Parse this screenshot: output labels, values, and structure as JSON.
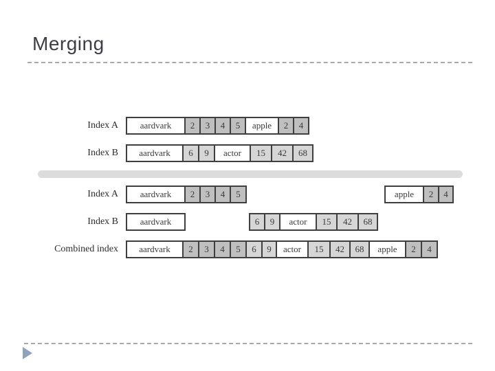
{
  "slide": {
    "title": "Merging"
  },
  "diagram": {
    "rows": {
      "a1": {
        "label": "Index A",
        "cells": [
          "aardvark",
          "2",
          "3",
          "4",
          "5",
          "apple",
          "2",
          "4"
        ]
      },
      "b1": {
        "label": "Index B",
        "cells": [
          "aardvark",
          "6",
          "9",
          "actor",
          "15",
          "42",
          "68"
        ]
      },
      "a2": {
        "label": "Index A",
        "left": [
          "aardvark",
          "2",
          "3",
          "4",
          "5"
        ],
        "right": [
          "apple",
          "2",
          "4"
        ]
      },
      "b2": {
        "label": "Index B",
        "left": [
          "aardvark"
        ],
        "right": [
          "6",
          "9",
          "actor",
          "15",
          "42",
          "68"
        ]
      },
      "combined": {
        "label": "Combined index",
        "cells": [
          "aardvark",
          "2",
          "3",
          "4",
          "5",
          "6",
          "9",
          "actor",
          "15",
          "42",
          "68",
          "apple",
          "2",
          "4"
        ]
      }
    }
  },
  "colors": {
    "title_text": "#3d3d46",
    "term_cell_fill": "#ffffff",
    "index_a_posting_fill": "#bfbfbf",
    "index_b_posting_fill": "#d6d6d6",
    "cell_border": "#3f3f3f",
    "divider_bar": "#dcdcdc",
    "dashed_rule": "#a8a8a8",
    "footer_triangle": "#8ea4bd"
  },
  "icons": {
    "footer_triangle": "triangle-right-icon"
  }
}
